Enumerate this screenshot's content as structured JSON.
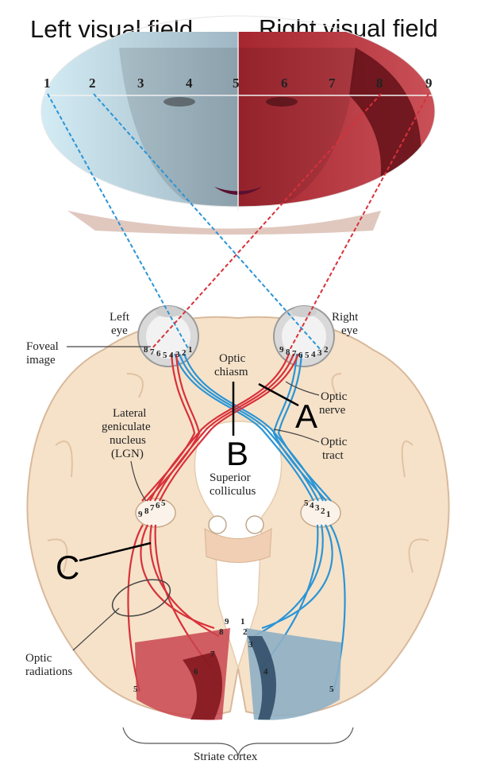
{
  "header": {
    "left": "Left visual field",
    "right": "Right visual field"
  },
  "field_numbers": [
    "1",
    "2",
    "3",
    "4",
    "5",
    "6",
    "7",
    "8",
    "9"
  ],
  "labels": {
    "left_eye_line1": "Left",
    "left_eye_line2": "eye",
    "right_eye_line1": "Right",
    "right_eye_line2": "eye",
    "foveal_line1": "Foveal",
    "foveal_line2": "image",
    "chiasm_line1": "Optic",
    "chiasm_line2": "chiasm",
    "nerve_line1": "Optic",
    "nerve_line2": "nerve",
    "tract_line1": "Optic",
    "tract_line2": "tract",
    "lgn_line1": "Lateral",
    "lgn_line2": "geniculate",
    "lgn_line3": "nucleus",
    "lgn_line4": "(LGN)",
    "sc_line1": "Superior",
    "sc_line2": "colliculus",
    "rad_line1": "Optic",
    "rad_line2": "radiations",
    "striate": "Striate cortex"
  },
  "callouts": {
    "a": "A",
    "b": "B",
    "c": "C"
  },
  "eye_digits": {
    "left": [
      "8",
      "7",
      "6",
      "5",
      "4",
      "3",
      "2",
      "1"
    ],
    "right": [
      "9",
      "8",
      "7",
      "6",
      "5",
      "4",
      "3",
      "2"
    ]
  },
  "lgn_digits": {
    "left": [
      "9",
      "8",
      "7",
      "6",
      "5"
    ],
    "right": [
      "5",
      "4",
      "3",
      "2",
      "1"
    ]
  },
  "cortex_digits": {
    "left": [
      "9",
      "8",
      "7",
      "6",
      "5"
    ],
    "right": [
      "1",
      "2",
      "3",
      "4",
      "5"
    ]
  },
  "colors": {
    "left_field": "#bfe3ef",
    "right_field": "#c8323c",
    "blue_path": "#2a95d6",
    "red_path": "#d8313a",
    "brain": "#f6e2c9"
  }
}
